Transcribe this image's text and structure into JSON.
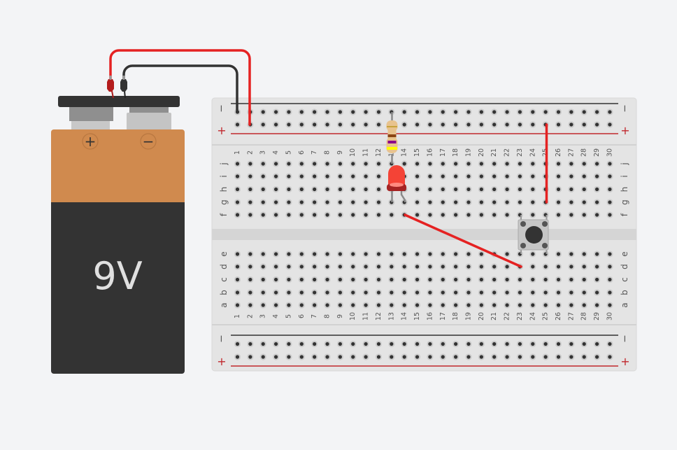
{
  "workspace": {
    "background": "#f3f4f6"
  },
  "battery": {
    "label": "9V",
    "positive_symbol": "+",
    "negative_symbol": "−",
    "colors": {
      "top_band": "#d08a4e",
      "body": "#333333",
      "snap": "#333333",
      "label": "#e0e0e0"
    }
  },
  "breadboard": {
    "columns": 30,
    "top_rows": [
      "j",
      "i",
      "h",
      "g",
      "f"
    ],
    "bottom_rows": [
      "e",
      "d",
      "c",
      "b",
      "a"
    ],
    "rail_minus_symbol": "−",
    "rail_plus_symbol": "+",
    "colors": {
      "board": "#e4e4e4",
      "hole": "#333333",
      "hole_ring": "#cccccc",
      "minus_line": "#333333",
      "plus_line": "#c1282d"
    }
  },
  "components": {
    "resistor": {
      "name": "Resistor",
      "bands": [
        "#ffff00",
        "#8b008b",
        "#8b4513",
        "#c8a33c"
      ],
      "from": "top-minus-rail col 13",
      "to": "j13"
    },
    "led": {
      "name": "LED",
      "color": "#f44336",
      "anode": "g14",
      "cathode": "g13"
    },
    "pushbutton": {
      "name": "Pushbutton",
      "pins": [
        "f23",
        "f25",
        "e23",
        "e25"
      ]
    }
  },
  "wires": [
    {
      "name": "battery-positive-wire",
      "color": "#e52222",
      "from": "battery +",
      "to": "top-plus-rail col 2"
    },
    {
      "name": "battery-negative-wire",
      "color": "#333333",
      "from": "battery −",
      "to": "top-minus-rail col 1"
    },
    {
      "name": "rail-to-g25-wire",
      "color": "#e52222",
      "from": "top-plus-rail col 25",
      "to": "g25"
    },
    {
      "name": "f14-to-d23-wire",
      "color": "#e52222",
      "from": "f14",
      "to": "d23"
    }
  ]
}
